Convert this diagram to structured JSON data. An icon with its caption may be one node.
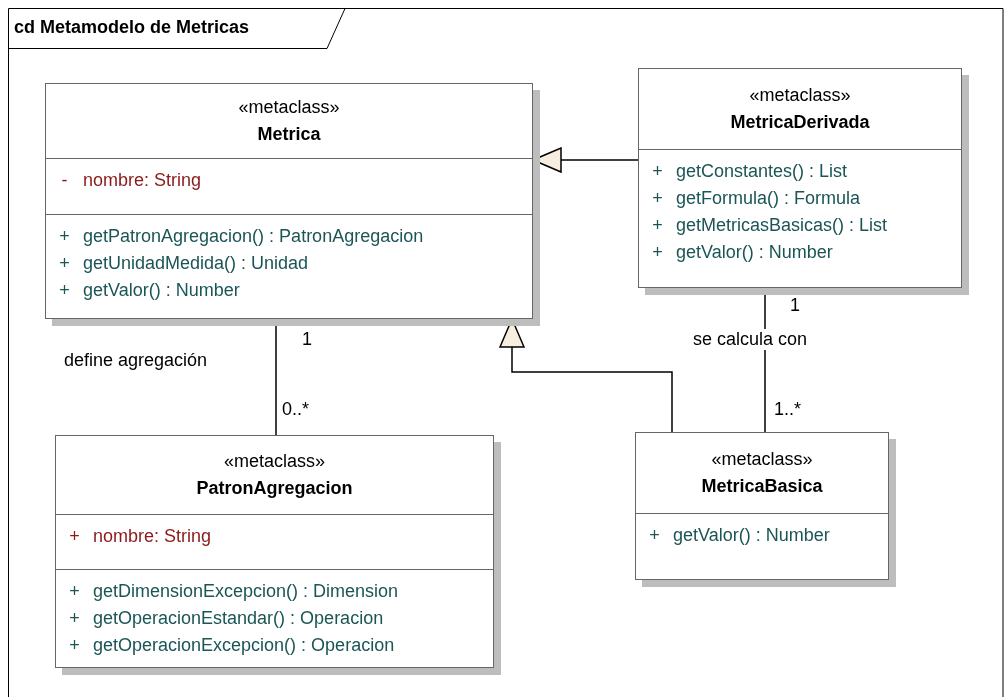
{
  "diagram": {
    "title": "cd Metamodelo de Metricas",
    "nodes": [
      {
        "text": [
          "«metaclass»",
          "Metrica",
          "-",
          "nombre:  String",
          "+",
          "getPatronAgregacion() : PatronAgregacion",
          "+",
          "getUnidadMedida() : Unidad",
          "+",
          "getValor() : Number"
        ]
      },
      {
        "text": [
          "«metaclass»",
          "MetricaDerivada",
          "+",
          "getConstantes() : List",
          "+",
          "getFormula() : Formula",
          "+",
          "getMetricasBasicas() : List",
          "+",
          "getValor() : Number"
        ]
      },
      {
        "text": [
          "«metaclass»",
          "PatronAgregacion",
          "+",
          "nombre:  String",
          "+",
          "getDimensionExcepcion() : Dimension",
          "+",
          "getOperacionEstandar() : Operacion",
          "+",
          "getOperacionExcepcion() : Operacion"
        ]
      },
      {
        "text": [
          "«metaclass»",
          "MetricaBasica",
          "+",
          "getValor() : Number"
        ]
      }
    ],
    "edges": [
      {
        "from": 1,
        "to": 0,
        "arrow": "to"
      },
      {
        "from": 3,
        "to": 0,
        "arrow": "to"
      },
      {
        "from": 0,
        "to": 2,
        "arrow": "none",
        "label": "define agregación"
      },
      {
        "from": 1,
        "to": 3,
        "arrow": "none",
        "label": "se calcula con"
      }
    ],
    "labels": [
      "1",
      "1",
      "0..*",
      "1..*"
    ]
  }
}
